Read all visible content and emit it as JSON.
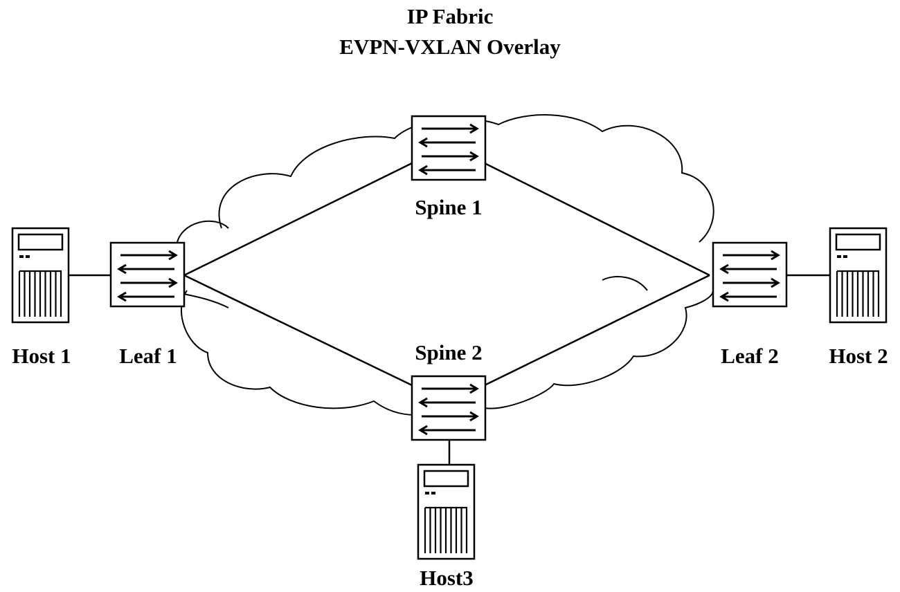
{
  "title": {
    "line1": "IP Fabric",
    "line2": "EVPN-VXLAN Overlay"
  },
  "nodes": {
    "spine1": {
      "label": "Spine 1",
      "icon": "switch-icon"
    },
    "spine2": {
      "label": "Spine 2",
      "icon": "switch-icon"
    },
    "leaf1": {
      "label": "Leaf 1",
      "icon": "switch-icon"
    },
    "leaf2": {
      "label": "Leaf 2",
      "icon": "switch-icon"
    },
    "host1": {
      "label": "Host 1",
      "icon": "server-icon"
    },
    "host2": {
      "label": "Host 2",
      "icon": "server-icon"
    },
    "host3": {
      "label": "Host3",
      "icon": "server-icon"
    }
  },
  "links": [
    [
      "leaf1",
      "spine1"
    ],
    [
      "leaf1",
      "spine2"
    ],
    [
      "leaf2",
      "spine1"
    ],
    [
      "leaf2",
      "spine2"
    ],
    [
      "host1",
      "leaf1"
    ],
    [
      "host2",
      "leaf2"
    ],
    [
      "host3",
      "spine2"
    ]
  ],
  "colors": {
    "stroke": "#000000",
    "background": "#ffffff"
  }
}
